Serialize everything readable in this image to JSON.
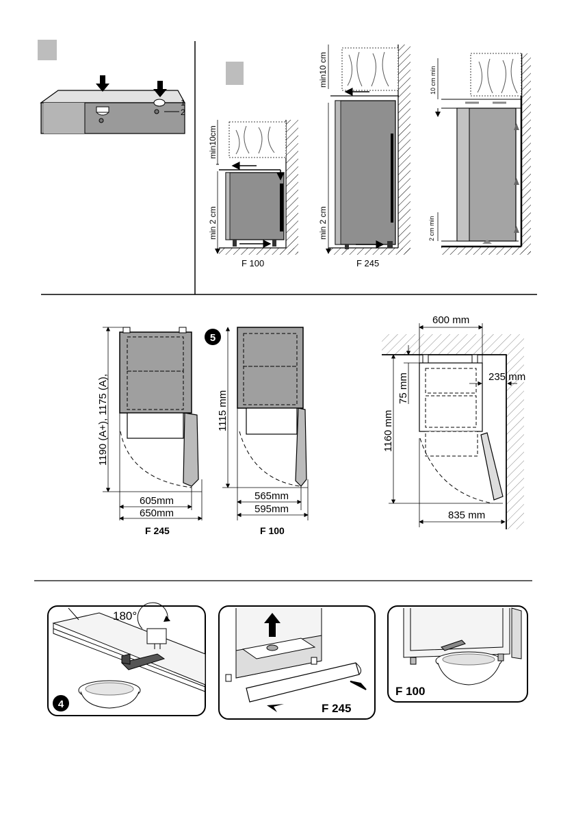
{
  "section1": {
    "marker1": "1",
    "marker2": "2"
  },
  "section2": {
    "f100": {
      "min_top": "min10cm",
      "min_bottom": "min 2 cm",
      "caption": "F 100"
    },
    "f245": {
      "min_top": "min10 cm",
      "min_bottom": "min 2 cm",
      "caption": "F 245"
    },
    "side": {
      "top": "10 cm min",
      "bottom": "2 cm min"
    }
  },
  "section5": {
    "badge": "5",
    "f245": {
      "height": "1190 (A+), 1175 (A),",
      "depth": "605mm",
      "depth_open": "650mm",
      "caption": "F 245"
    },
    "f100": {
      "height": "1115 mm",
      "depth": "565mm",
      "depth_open": "595mm",
      "caption": "F 100"
    },
    "plan": {
      "width": "600 mm",
      "right": "235 mm",
      "top": "75 mm",
      "height": "1160 mm",
      "total": "835 mm"
    }
  },
  "section4": {
    "badge": "4",
    "rotation": "180°",
    "panel2_caption": "F 245",
    "panel3_caption": "F 100"
  }
}
